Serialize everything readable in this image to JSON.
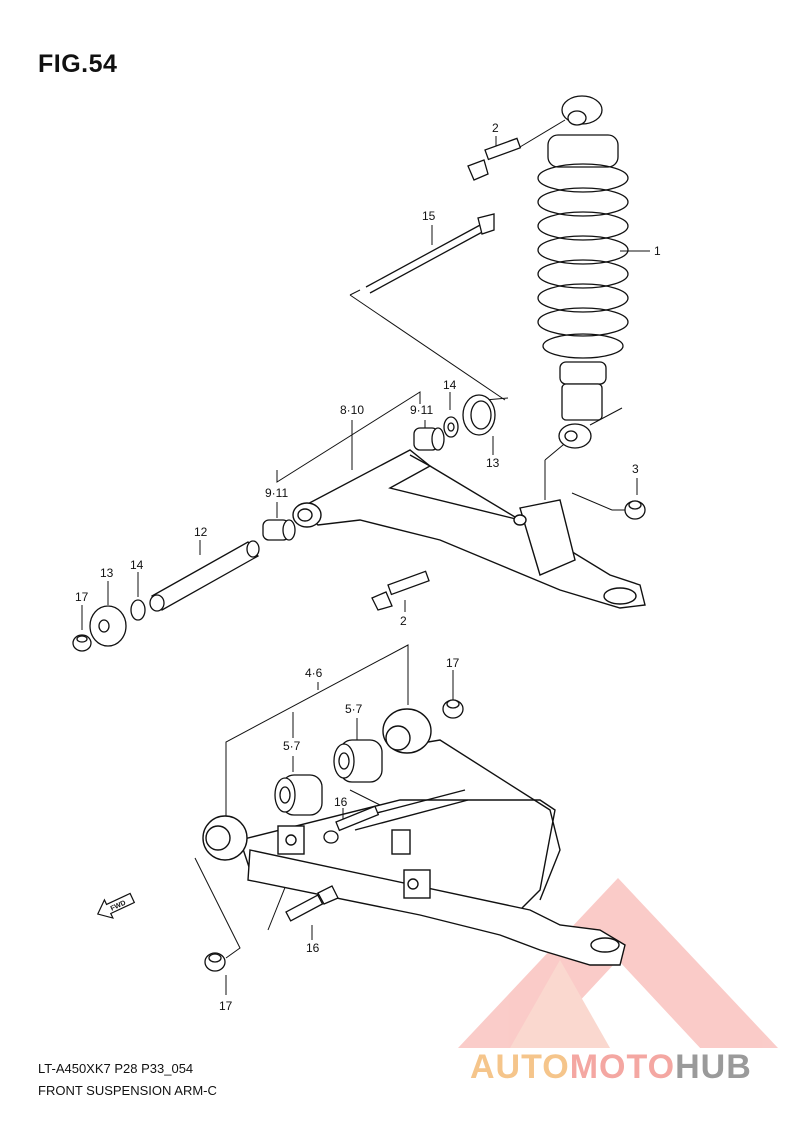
{
  "figure": {
    "title": "FIG.54",
    "code": "LT-A450XK7 P28 P33_054",
    "caption": "FRONT SUSPENSION ARM-C"
  },
  "callouts": [
    "1",
    "2",
    "2",
    "3",
    "8·10",
    "9·11",
    "9·11",
    "12",
    "13",
    "13",
    "14",
    "14",
    "15",
    "17",
    "17",
    "17",
    "4·6",
    "5·7",
    "5·7",
    "16",
    "16"
  ],
  "direction_marker": "FWD",
  "watermark": {
    "part1": "AUTO",
    "part2": "MOTO",
    "part3": "HUB",
    "colors": {
      "orange": "#f5c58b",
      "red": "#f4a7a2",
      "gray": "#9a9a9a"
    }
  }
}
